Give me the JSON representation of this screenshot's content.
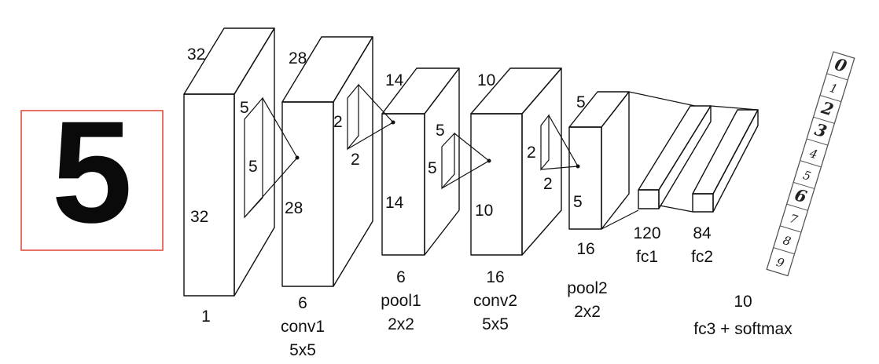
{
  "input": {
    "digit": "5"
  },
  "layers": [
    {
      "id": "input",
      "top_dim": "32",
      "side_dim": "32",
      "depth": "1",
      "name": "",
      "kernel": "",
      "color": "#5dbb2f"
    },
    {
      "id": "conv1",
      "top_dim": "28",
      "side_dim": "28",
      "depth": "6",
      "name": "conv1",
      "kernel": "5x5",
      "color": "#f5b52e"
    },
    {
      "id": "pool1",
      "top_dim": "14",
      "side_dim": "14",
      "depth": "6",
      "name": "pool1",
      "kernel": "2x2",
      "color": "#2f95e8"
    },
    {
      "id": "conv2",
      "top_dim": "10",
      "side_dim": "10",
      "depth": "16",
      "name": "conv2",
      "kernel": "5x5",
      "color": "#f5b52e"
    },
    {
      "id": "pool2",
      "top_dim": "5",
      "side_dim": "5",
      "depth": "16",
      "name": "pool2",
      "kernel": "2x2",
      "color": "#2f95e8"
    }
  ],
  "kernel_labels": {
    "k1a": "5",
    "k1b": "5",
    "k2a": "2",
    "k2b": "2",
    "k3a": "5",
    "k3b": "5",
    "k4a": "2",
    "k4b": "2"
  },
  "fc": [
    {
      "id": "fc1",
      "size": "120",
      "name": "fc1",
      "color": "#e0449f"
    },
    {
      "id": "fc2",
      "size": "84",
      "name": "fc2",
      "color": "#e0449f"
    }
  ],
  "output": {
    "size": "10",
    "name": "fc3 + softmax",
    "digits": [
      "0",
      "1",
      "2",
      "3",
      "4",
      "5",
      "6",
      "7",
      "8",
      "9"
    ]
  }
}
